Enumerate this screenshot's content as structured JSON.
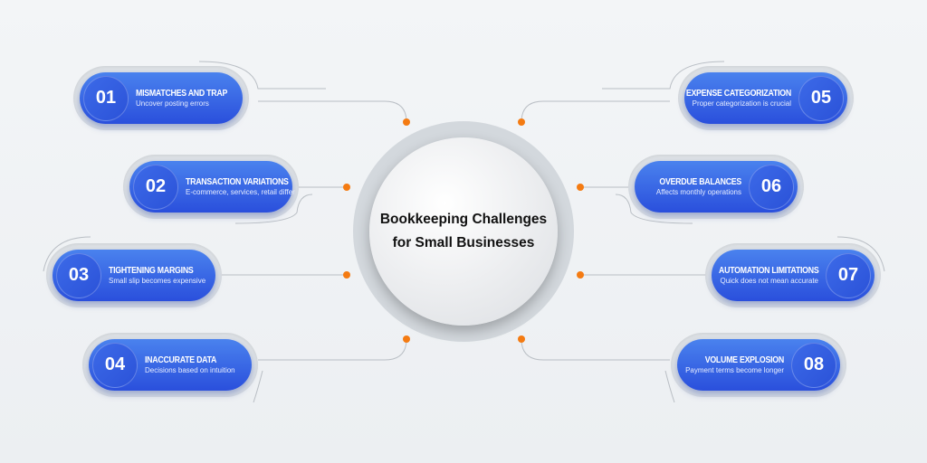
{
  "title": "Bookkeeping Challenges for Small Businesses",
  "colors": {
    "accent": "#f47b12",
    "pill": "#2f58de",
    "background": "#eef1f4"
  },
  "items": [
    {
      "number": "01",
      "title": "MISMATCHES AND TRAP",
      "desc": "Uncover posting errors"
    },
    {
      "number": "02",
      "title": "TRANSACTION VARIATIONS",
      "desc": "E-commerce, services, retail differ"
    },
    {
      "number": "03",
      "title": "TIGHTENING MARGINS",
      "desc": "Small slip becomes expensive"
    },
    {
      "number": "04",
      "title": "INACCURATE DATA",
      "desc": "Decisions based on intuition"
    },
    {
      "number": "05",
      "title": "EXPENSE CATEGORIZATION",
      "desc": "Proper categorization is crucial"
    },
    {
      "number": "06",
      "title": "OVERDUE BALANCES",
      "desc": "Affects monthly operations"
    },
    {
      "number": "07",
      "title": "AUTOMATION LIMITATIONS",
      "desc": "Quick does not mean accurate"
    },
    {
      "number": "08",
      "title": "VOLUME EXPLOSION",
      "desc": "Payment terms become longer"
    }
  ]
}
